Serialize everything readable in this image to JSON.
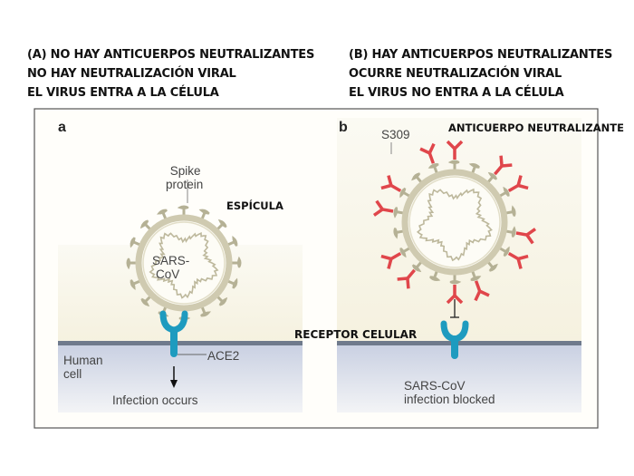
{
  "header_a": {
    "lines": [
      "(A) NO HAY ANTICUERPOS NEUTRALIZANTES",
      "NO HAY NEUTRALIZACIÓN VIRAL",
      "EL VIRUS ENTRA A LA CÉLULA"
    ]
  },
  "header_b": {
    "lines": [
      "(B) HAY ANTICUERPOS NEUTRALIZANTES",
      "OCURRE NEUTRALIZACIÓN VIRAL",
      "EL VIRUS NO ENTRA A LA CÉLULA"
    ]
  },
  "panel_a": {
    "letter": "a",
    "spike_label": "Spike protein",
    "spike_line1": "Spike",
    "spike_line2": "protein",
    "virus_line1": "SARS-",
    "virus_line2": "CoV",
    "cell_line1": "Human",
    "cell_line2": "cell",
    "receptor_label": "ACE2",
    "outcome": "Infection occurs"
  },
  "panel_b": {
    "letter": "b",
    "antibody_label": "S309",
    "outcome_line1": "SARS-CoV",
    "outcome_line2": "infection blocked"
  },
  "overlays": {
    "espicula": "ESPÍCULA",
    "anticuerpo": "ANTICUERPO NEUTRALIZANTE",
    "receptor": "RECEPTOR CELULAR"
  },
  "colors": {
    "virus": "#c9c4a8",
    "receptor": "#1e9bbf",
    "antibody": "#e0464b",
    "membrane": "#6f7a8c",
    "cell": "#d2d8e6",
    "background": "#faf8ee"
  }
}
